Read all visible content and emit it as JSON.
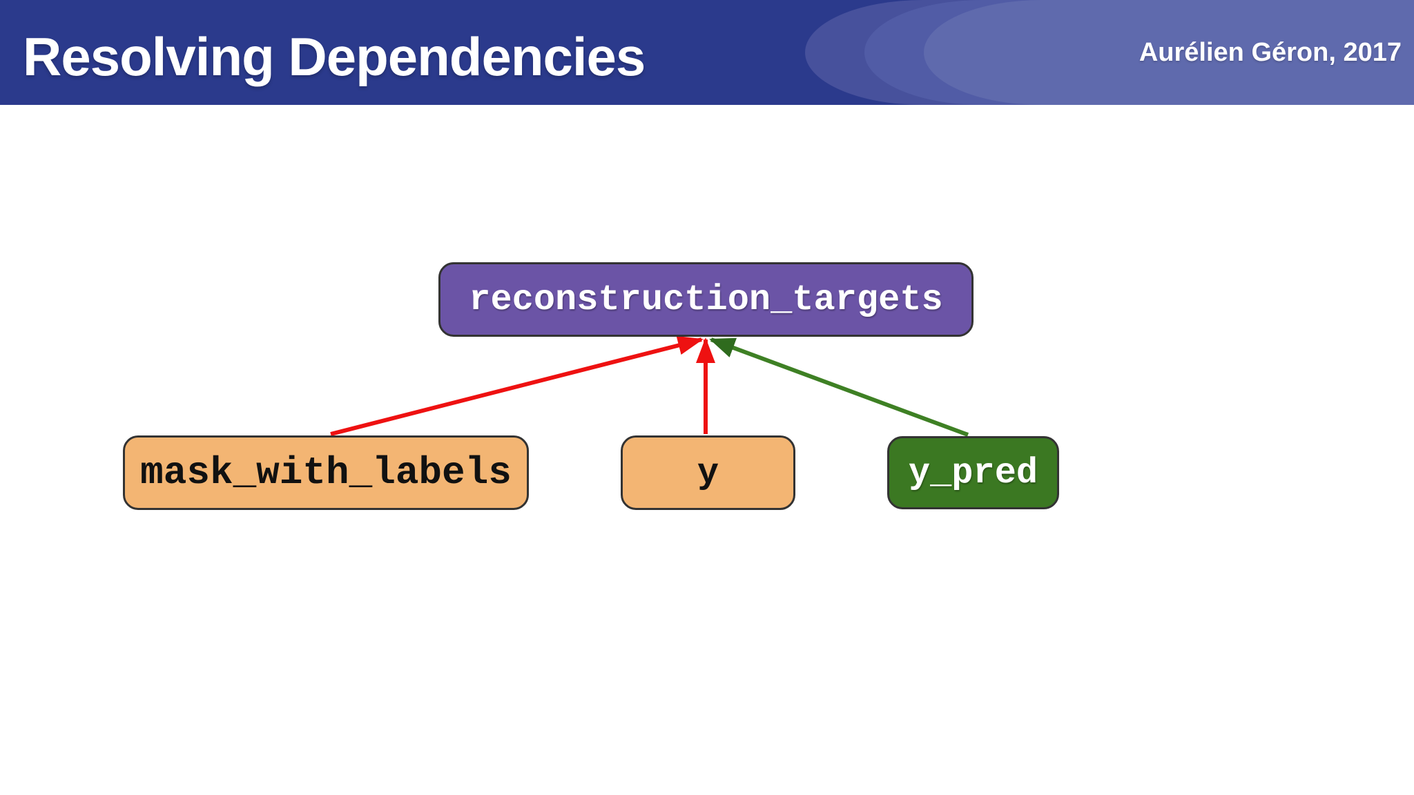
{
  "header": {
    "title": "Resolving Dependencies",
    "attribution": "Aurélien Géron, 2017",
    "colors": {
      "background": "#2B3A8C",
      "swoosh_1": "#47519C",
      "swoosh_2": "#515CA6",
      "swoosh_3": "#5F6AAD",
      "text": "#FFFFFF"
    }
  },
  "diagram": {
    "nodes": {
      "reconstruction_targets": {
        "label": "reconstruction_targets",
        "fill": "#6B54A6",
        "text_color": "#FFFFFF",
        "border_color": "#333333"
      },
      "mask_with_labels": {
        "label": "mask_with_labels",
        "fill": "#F3B573",
        "text_color": "#111111",
        "border_color": "#333333"
      },
      "y": {
        "label": "y",
        "fill": "#F3B573",
        "text_color": "#111111",
        "border_color": "#333333"
      },
      "y_pred": {
        "label": "y_pred",
        "fill": "#3B7822",
        "text_color": "#FFFFFF",
        "border_color": "#333333"
      }
    },
    "edges": [
      {
        "from": "mask_with_labels",
        "to": "reconstruction_targets",
        "color": "#EE1111",
        "arrowhead_color": "#EE1111"
      },
      {
        "from": "y",
        "to": "reconstruction_targets",
        "color": "#EE1111",
        "arrowhead_color": "#EE1111"
      },
      {
        "from": "y_pred",
        "to": "reconstruction_targets",
        "color": "#3E8024",
        "arrowhead_color": "#2F6B1E"
      }
    ]
  }
}
